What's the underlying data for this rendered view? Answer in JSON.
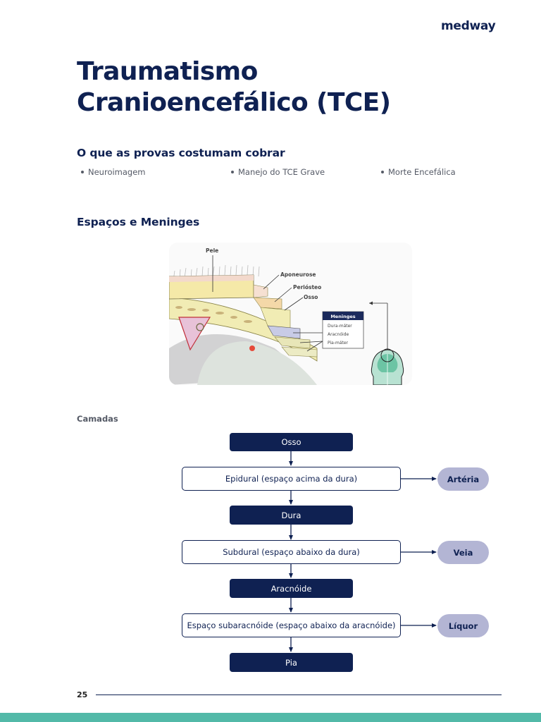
{
  "brand": {
    "logo_text": "medway"
  },
  "page": {
    "title_lines": [
      "Traumatismo",
      "Cranioencefálico (TCE)"
    ],
    "page_number": "25"
  },
  "exam_topics": {
    "heading": "O que as provas costumam cobrar",
    "items": [
      "Neuroimagem",
      "Manejo do TCE Grave",
      "Morte Encefálica"
    ]
  },
  "meninges_section": {
    "heading": "Espaços e Meninges",
    "figure": {
      "labels": {
        "pele": "Pele",
        "aponeurose": "Aponeurose",
        "periosteo": "Periósteo",
        "osso": "Osso"
      },
      "meninges_box": {
        "title": "Meninges",
        "items": [
          "Dura-máter",
          "Aracnóide",
          "Pia-máter"
        ]
      }
    }
  },
  "layers": {
    "heading": "Camadas",
    "nodes": [
      {
        "label": "Osso",
        "type": "layer"
      },
      {
        "label": "Epidural (espaço acima da dura)",
        "type": "space",
        "content": "Artéria"
      },
      {
        "label": "Dura",
        "type": "layer"
      },
      {
        "label": "Subdural (espaço abaixo da dura)",
        "type": "space",
        "content": "Veia"
      },
      {
        "label": "Aracnóide",
        "type": "layer"
      },
      {
        "label": "Espaço subaracnóide (espaço abaixo da aracnóide)",
        "type": "space",
        "content": "Líquor"
      },
      {
        "label": "Pia",
        "type": "layer"
      }
    ]
  },
  "colors": {
    "navy": "#0f2152",
    "pill": "#b3b5d4",
    "teal_footer": "#52b9a8",
    "muted_text": "#555a66"
  }
}
